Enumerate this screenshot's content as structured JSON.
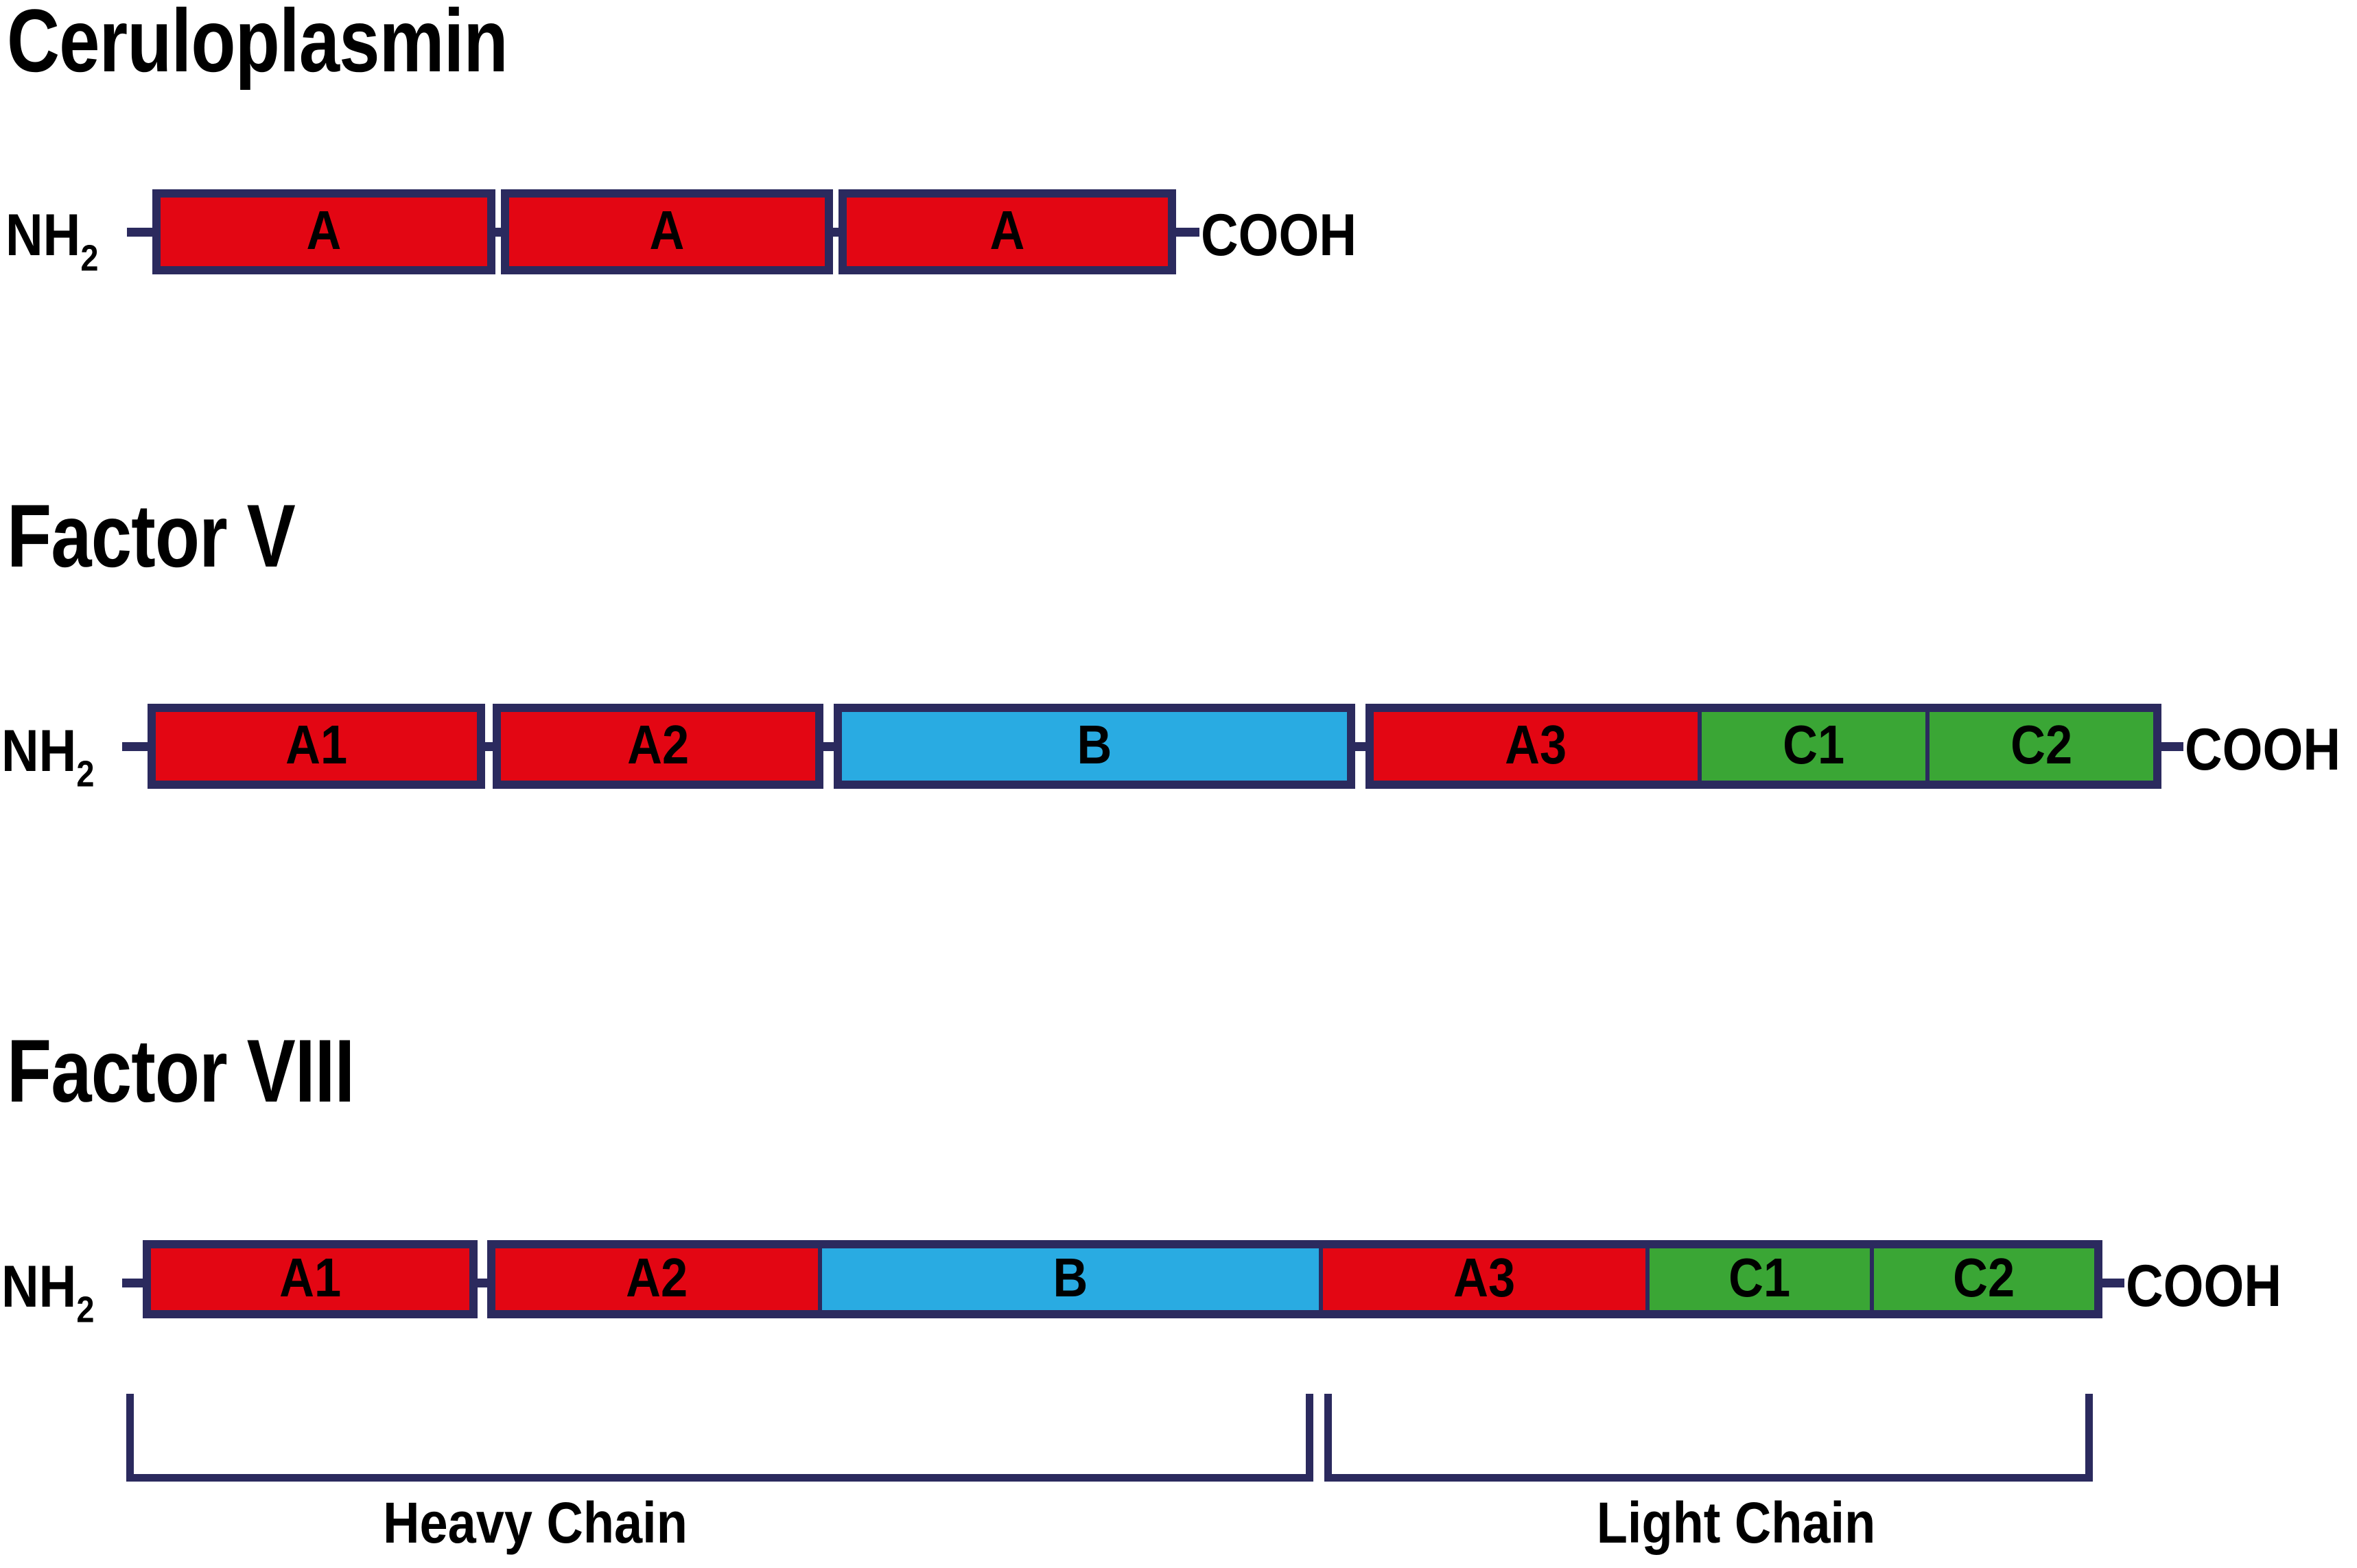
{
  "figure": {
    "background_color": "#ffffff",
    "border_color": "#2b2a5e",
    "colors": {
      "A_domain": "#e30613",
      "B_domain": "#29abe2",
      "C_domain": "#3aa635",
      "outline": "#2b2a5e",
      "text": "#000000"
    }
  },
  "proteins": [
    {
      "title": "Ceruloplasmin",
      "n_terminus": "NH",
      "n_terminus_sub": "2",
      "c_terminus": "COOH",
      "groups": [
        {
          "domains": [
            {
              "label": "A",
              "type": "A"
            }
          ]
        },
        {
          "domains": [
            {
              "label": "A",
              "type": "A"
            }
          ]
        },
        {
          "domains": [
            {
              "label": "A",
              "type": "A"
            }
          ]
        }
      ]
    },
    {
      "title": "Factor V",
      "n_terminus": "NH",
      "n_terminus_sub": "2",
      "c_terminus": "COOH",
      "groups": [
        {
          "domains": [
            {
              "label": "A1",
              "type": "A"
            }
          ]
        },
        {
          "domains": [
            {
              "label": "A2",
              "type": "A"
            }
          ]
        },
        {
          "domains": [
            {
              "label": "B",
              "type": "B"
            }
          ]
        },
        {
          "domains": [
            {
              "label": "A3",
              "type": "A"
            },
            {
              "label": "C1",
              "type": "C"
            },
            {
              "label": "C2",
              "type": "C"
            }
          ]
        }
      ]
    },
    {
      "title": "Factor VIII",
      "n_terminus": "NH",
      "n_terminus_sub": "2",
      "c_terminus": "COOH",
      "groups": [
        {
          "domains": [
            {
              "label": "A1",
              "type": "A"
            }
          ]
        },
        {
          "domains": [
            {
              "label": "A2",
              "type": "A"
            },
            {
              "label": "B",
              "type": "B"
            },
            {
              "label": "A3",
              "type": "A"
            },
            {
              "label": "C1",
              "type": "C"
            },
            {
              "label": "C2",
              "type": "C"
            }
          ]
        }
      ],
      "chains": [
        {
          "label": "Heavy Chain"
        },
        {
          "label": "Light Chain"
        }
      ]
    }
  ]
}
